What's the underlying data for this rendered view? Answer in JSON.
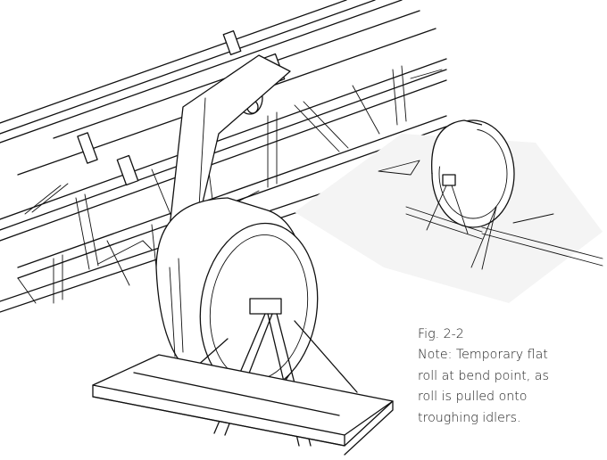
{
  "figure": {
    "label": "Fig. 2-2",
    "note_lines": [
      "Note: Temporary flat",
      "roll at bend point, as",
      "roll is pulled onto",
      "troughing idlers."
    ],
    "colors": {
      "line": "#111111",
      "background": "#ffffff",
      "caption_text": "#1a1a1a"
    }
  }
}
